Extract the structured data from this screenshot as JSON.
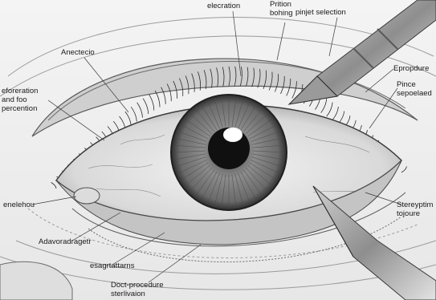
{
  "labels": {
    "top_center": "elecration",
    "top_mid": "Prition\nbohing",
    "top_right": "pinjet selection",
    "upper_left": "Anectecio",
    "left_mid": "eforeration\nand foo\npercention",
    "right_upper": "Epropdure",
    "right_mid": "Pince\nsepoelaed",
    "right_lower": "Stereyptim\ntojoure",
    "left_lower": "enelehou",
    "bottom_left": "Adavoradragetr",
    "bottom_mid": "esagrtattarns",
    "bottom_caption": "Doct-procedure\nsterlivaion"
  },
  "colors": {
    "background": "#ffffff",
    "sketch": "#4a4a4a",
    "iris": "#7a7a7a",
    "pupil": "#101010",
    "sclera": "#e9e9e9"
  }
}
